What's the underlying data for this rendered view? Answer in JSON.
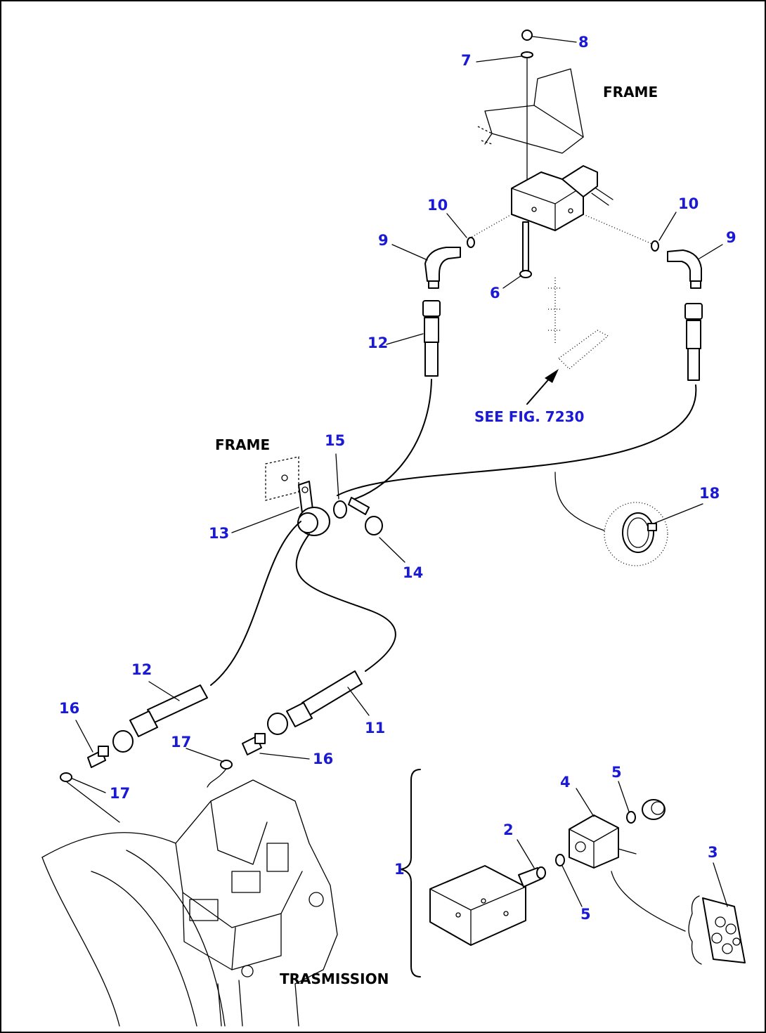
{
  "labels": {
    "frame_top": "FRAME",
    "frame_mid": "FRAME",
    "transmission": "TRASMISSION",
    "see_fig": "SEE FIG. 7230"
  },
  "callouts": {
    "c1": "1",
    "c2": "2",
    "c3": "3",
    "c4": "4",
    "c5a": "5",
    "c5b": "5",
    "c6": "6",
    "c7": "7",
    "c8": "8",
    "c9a": "9",
    "c9b": "9",
    "c10a": "10",
    "c10b": "10",
    "c11": "11",
    "c12a": "12",
    "c12b": "12",
    "c13": "13",
    "c14": "14",
    "c15": "15",
    "c16a": "16",
    "c16b": "16",
    "c17a": "17",
    "c17b": "17",
    "c18": "18"
  },
  "colors": {
    "callout": "#1a1ad6",
    "line": "#000000"
  }
}
